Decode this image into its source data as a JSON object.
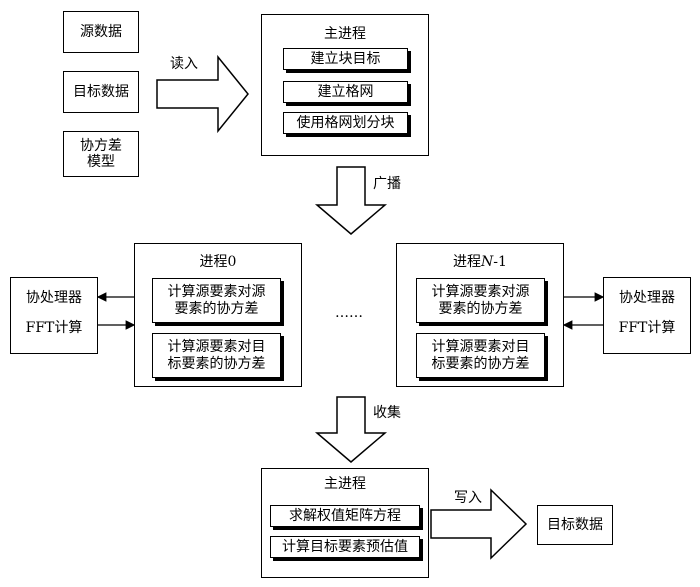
{
  "inputs": {
    "source": "源数据",
    "target": "目标数据",
    "covariance": "协方差\n模型"
  },
  "read_label": "读入",
  "main_top": {
    "title": "主进程",
    "steps": [
      "建立块目标",
      "建立格网",
      "使用格网划分块"
    ]
  },
  "broadcast_label": "广播",
  "process_0": {
    "title": "进程0",
    "steps": [
      "计算源要素对源\n要素的协方差",
      "计算源要素对目\n标要素的协方差"
    ]
  },
  "process_n": {
    "title_prefix": "进程",
    "title_n": "N",
    "title_suffix": "-1",
    "steps": [
      "计算源要素对源\n要素的协方差",
      "计算源要素对目\n标要素的协方差"
    ]
  },
  "ellipsis": "……",
  "coprocessor_left": {
    "line1": "协处理器",
    "line2": "FFT计算"
  },
  "coprocessor_right": {
    "line1": "协处理器",
    "line2": "FFT计算"
  },
  "collect_label": "收集",
  "main_bottom": {
    "title": "主进程",
    "steps": [
      "求解权值矩阵方程",
      "计算目标要素预估值"
    ]
  },
  "write_label": "写入",
  "output": "目标数据"
}
